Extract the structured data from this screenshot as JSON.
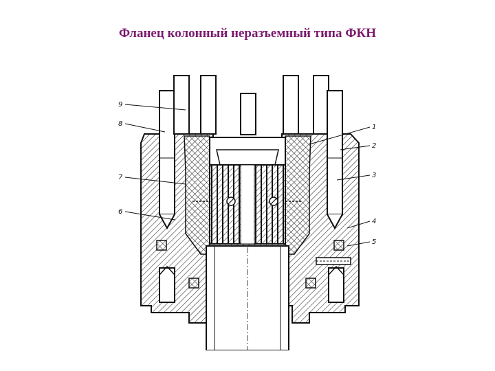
{
  "title": "Фланец колонный неразъемный типа ФКН",
  "colors": {
    "title": "#7a1a6e",
    "ink": "#111111",
    "hatch": "#333333"
  },
  "callouts": {
    "left": [
      "9",
      "8",
      "7",
      "6"
    ],
    "right": [
      "1",
      "2",
      "3",
      "4",
      "5"
    ]
  }
}
